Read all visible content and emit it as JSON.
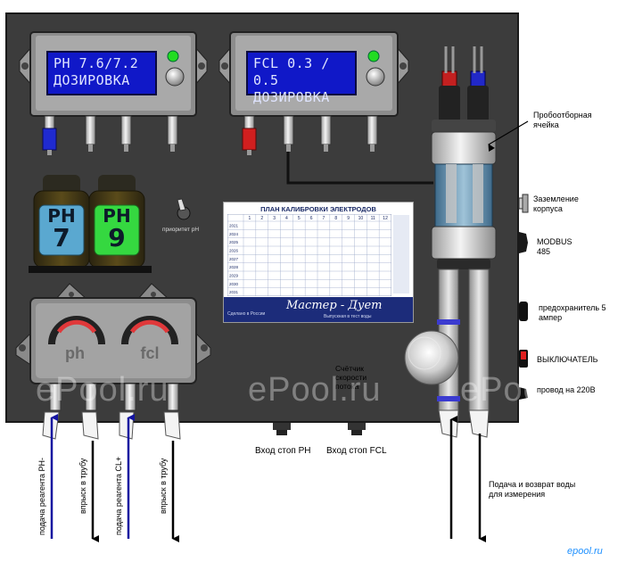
{
  "displays": {
    "ph": {
      "line1": "PH 7.6/7.2",
      "line2": "ДОЗИРОВКА"
    },
    "fcl": {
      "line1": "FCL 0.3 / 0.5",
      "line2": "ДОЗИРОВКА"
    }
  },
  "bottles": {
    "ph7": {
      "label": "PH",
      "value": "7"
    },
    "ph9": {
      "label": "PH",
      "value": "9"
    }
  },
  "priority_switch_label": "приоритет pH",
  "calibration": {
    "title": "ПЛАН КАЛИБРОВКИ ЭЛЕКТРОДОВ",
    "months": [
      "1",
      "2",
      "3",
      "4",
      "5",
      "6",
      "7",
      "8",
      "9",
      "10",
      "11",
      "12"
    ],
    "years": [
      "2021",
      "2024",
      "2025",
      "2026",
      "2027",
      "2028",
      "2029",
      "2030",
      "2031"
    ],
    "brand": "Мастер - Дует",
    "footer_left": "Сделано в России",
    "footer_right": "Выпускная в тест воды"
  },
  "pumps": {
    "ph_label": "ph",
    "fcl_label": "fcl"
  },
  "flow_counter_label": "Счётчик скорости потока",
  "labels": {
    "probe_cell": "Пробоотборная ячейка",
    "ground": "Заземление корпуса",
    "modbus": "MODBUS 485",
    "fuse": "предохранитель 5 ампер",
    "switch": "ВЫКЛЮЧАТЕЛЬ",
    "power": "провод на 220В",
    "stop_ph": "Вход стоп PH",
    "stop_fcl": "Вход стоп FCL",
    "water": "Подача и возврат воды для измерения",
    "reagent_ph": "подача реагента PH-",
    "inject1": "впрыск в трубу",
    "reagent_cl": "подача реагента CL+",
    "inject2": "впрыск в трубу"
  },
  "watermark": "ePool.ru",
  "logo": "epool.ru"
}
